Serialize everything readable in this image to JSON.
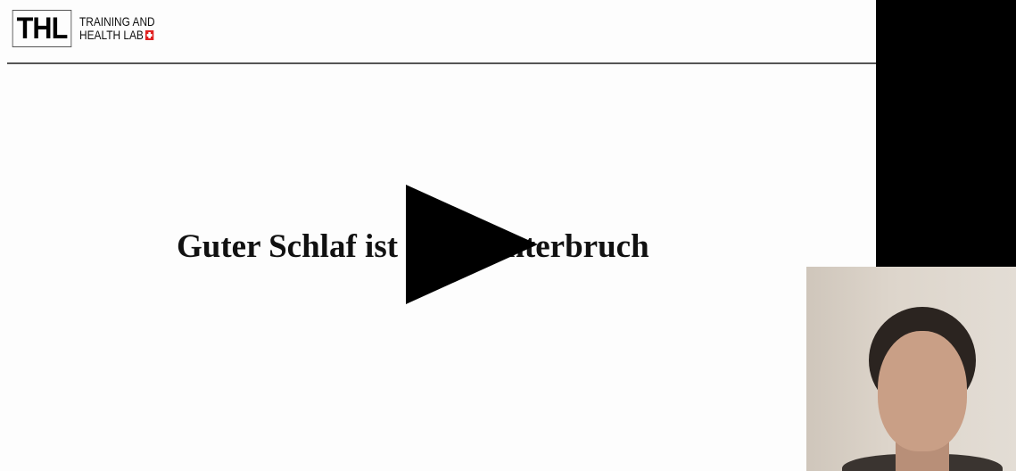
{
  "logo": {
    "abbr": "THL",
    "line1": "TRAINING AND",
    "line2": "HEALTH LAB"
  },
  "slide": {
    "title": "Guter Schlaf ist ohne Unterbruch"
  },
  "player": {
    "play_icon": "play-icon"
  },
  "colors": {
    "accent": "#e02020",
    "panel": "#000000"
  }
}
